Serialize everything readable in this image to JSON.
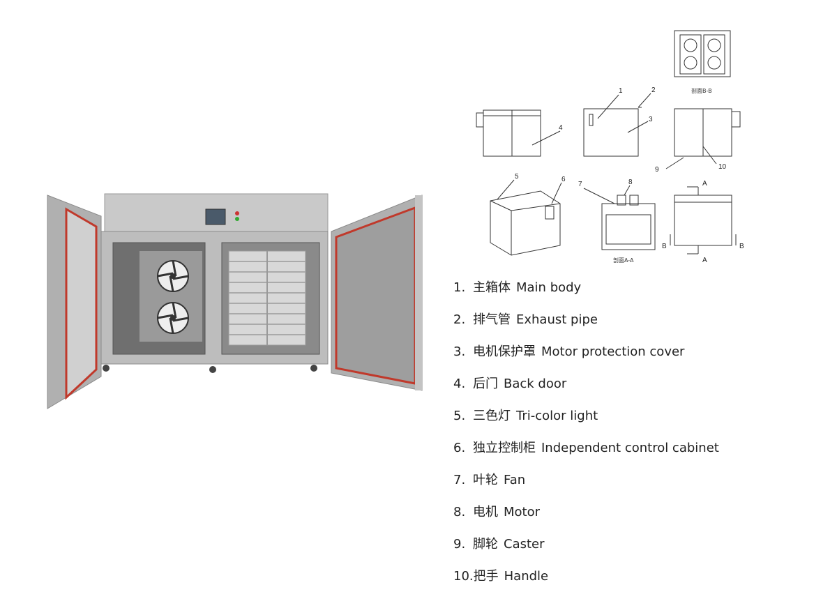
{
  "diagram_labels": {
    "callouts": [
      "1",
      "2",
      "3",
      "4",
      "5",
      "6",
      "7",
      "8",
      "9",
      "10"
    ],
    "section_letters": [
      "A",
      "A",
      "B",
      "B"
    ],
    "caption_bb": "剖面B-B",
    "caption_aa": "剖面A-A"
  },
  "parts": [
    {
      "num": "1.",
      "cn": "主箱体",
      "en": "Main body"
    },
    {
      "num": "2.",
      "cn": "排气管",
      "en": "Exhaust pipe"
    },
    {
      "num": "3.",
      "cn": "电机保护罩",
      "en": "Motor protection cover"
    },
    {
      "num": "4.",
      "cn": "后门",
      "en": "Back door"
    },
    {
      "num": "5.",
      "cn": "三色灯",
      "en": "Tri-color light"
    },
    {
      "num": "6.",
      "cn": "独立控制柜",
      "en": "Independent control cabinet"
    },
    {
      "num": "7.",
      "cn": "叶轮",
      "en": "Fan"
    },
    {
      "num": "8.",
      "cn": "电机",
      "en": "Motor"
    },
    {
      "num": "9.",
      "cn": "脚轮",
      "en": "Caster"
    },
    {
      "num": "10.",
      "cn": "把手",
      "en": "Handle"
    }
  ]
}
